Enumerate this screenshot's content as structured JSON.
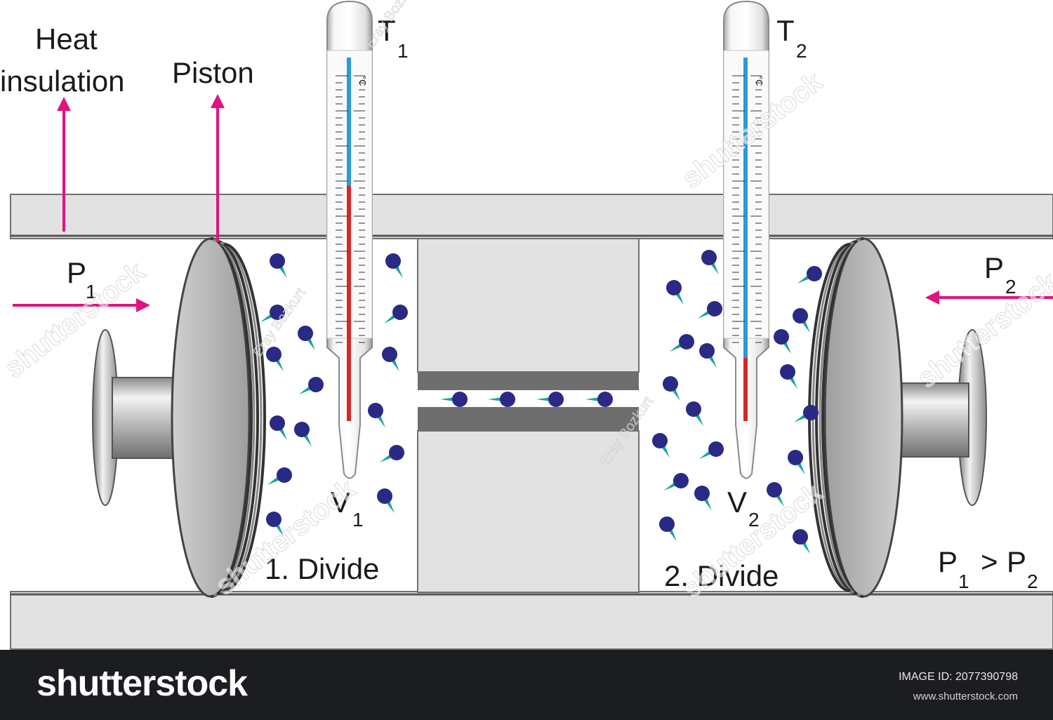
{
  "labels": {
    "heat_line1": "Heat",
    "heat_line2": "insulation",
    "piston": "Piston",
    "p_letter": "P",
    "p1_sub": "1",
    "p2_sub": "2",
    "t_letter": "T",
    "t1_sub": "1",
    "t2_sub": "2",
    "v_letter": "V",
    "v1_sub": "1",
    "v2_sub": "2",
    "divide1": "1. Divide",
    "divide2": "2. Divide",
    "compare_gt": ">",
    "thermo_unit": "°C"
  },
  "watermark": {
    "brand": "shutterstock",
    "author": "Eray Bozkurt"
  },
  "footer": {
    "brand": "shutterstock",
    "image_id": "IMAGE ID: 2077390798",
    "site": "www.shutterstock.com"
  },
  "colors": {
    "arrow": "#e0147f",
    "wall": "#e2e2e2",
    "molecule_head": "#2a2a86",
    "molecule_tail": "#1aa59a",
    "mercury": "#d62828",
    "scale": "#2a9ad8",
    "footer_bg": "#1b1d21"
  },
  "icons": [
    "piston-handle-icon",
    "thermometer-icon",
    "molecule-icon",
    "arrow-icon"
  ]
}
